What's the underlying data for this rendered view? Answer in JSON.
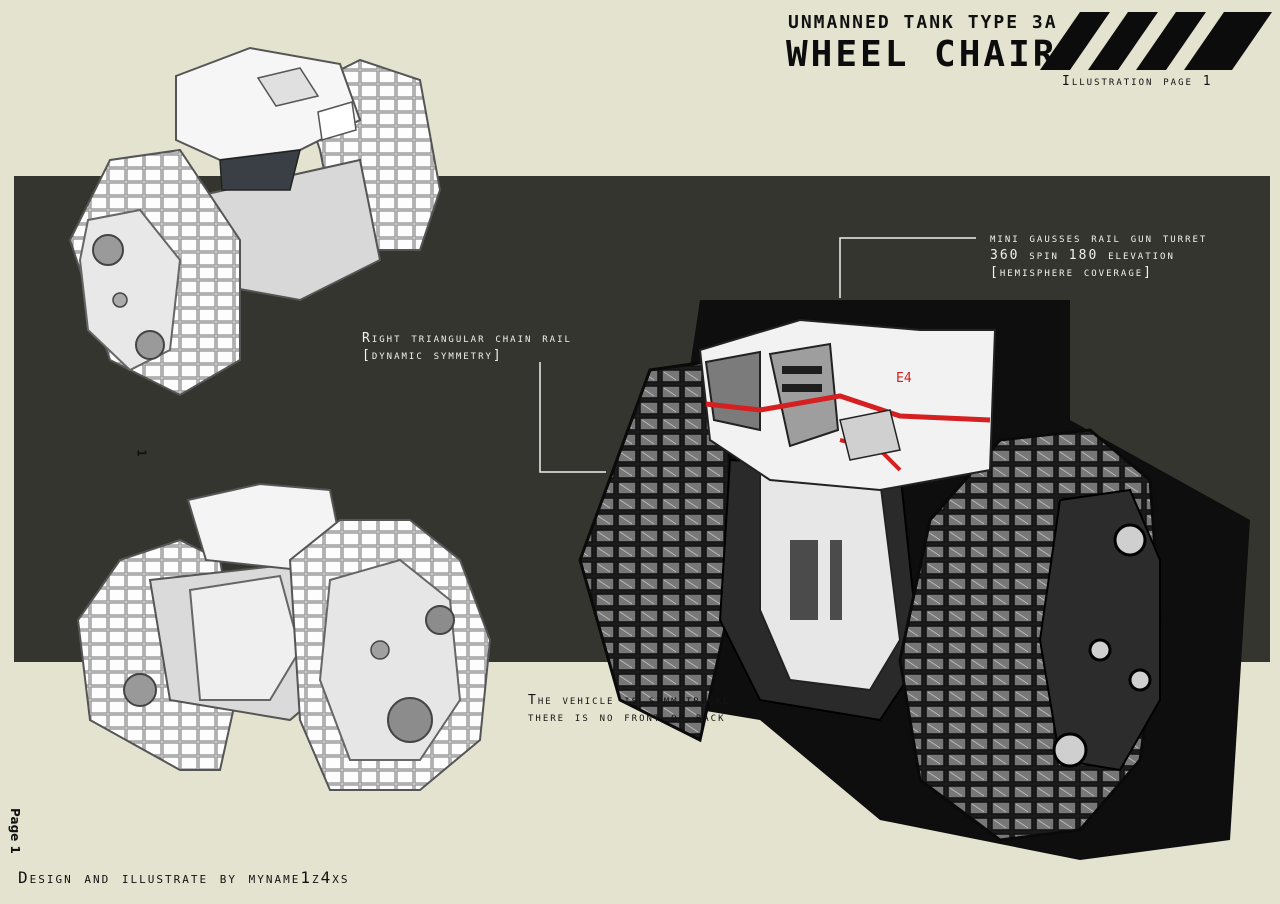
{
  "header": {
    "subtitle": "UNMANNED TANK TYPE 3A",
    "title": "WHEEL CHAIR",
    "page_label": "Illustration page 1"
  },
  "annotations": {
    "turret": "mini gausses rail gun turret\n360 spin 180 elevation\n[hemisphere coverage]",
    "chain_rail": "Right triangular chain rail\n[dynamic symmetry]",
    "symmetry": "The vehicle is symmetrical\nthere is no front or back"
  },
  "side_marks": {
    "number": "1",
    "page": "Page 1"
  },
  "footer": {
    "credit": "Design and illustrate by myname1z4xs"
  },
  "colors": {
    "paper": "#e4e3d0",
    "band": "#35352f",
    "accent": "#d42020"
  }
}
